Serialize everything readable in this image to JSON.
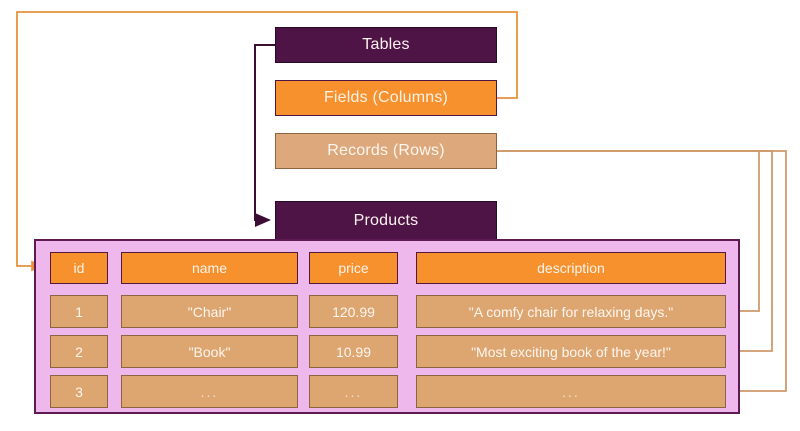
{
  "diagram": {
    "title_concepts": [
      {
        "id": "tables",
        "label": "Tables"
      },
      {
        "id": "fields",
        "label": "Fields (Columns)"
      },
      {
        "id": "records",
        "label": "Records (Rows)"
      }
    ],
    "table_name": "Products"
  },
  "colors": {
    "purple": "#4e1446",
    "orange": "#f6912e",
    "tan": "#dda87c",
    "cell_tan": "#dda570",
    "pink_panel": "#efb8ec",
    "panel_border": "#5d1a55",
    "wire_orange": "#e8913c",
    "wire_tan": "#cf9a6c",
    "wire_purple": "#3b0f35",
    "background": "#ffffff"
  },
  "table": {
    "columns": [
      "id",
      "name",
      "price",
      "description"
    ],
    "rows": [
      {
        "id": "1",
        "name": "\"Chair\"",
        "price": "120.99",
        "description": "\"A comfy chair for relaxing days.\""
      },
      {
        "id": "2",
        "name": "\"Book\"",
        "price": "10.99",
        "description": "\"Most exciting book of the year!\""
      },
      {
        "id": "3",
        "name": "...",
        "price": "...",
        "description": "..."
      }
    ]
  },
  "connectors": [
    {
      "name": "fields-to-column-headers",
      "from": "Fields (Columns)",
      "to": "id column header",
      "color": "#e8913c"
    },
    {
      "name": "tables-to-products",
      "from": "Tables",
      "to": "Products",
      "color": "#3b0f35"
    },
    {
      "name": "records-to-row-1",
      "from": "Records (Rows)",
      "to": "row 1",
      "color": "#cf9a6c"
    },
    {
      "name": "records-to-row-2",
      "from": "Records (Rows)",
      "to": "row 2",
      "color": "#cf9a6c"
    },
    {
      "name": "records-to-row-3",
      "from": "Records (Rows)",
      "to": "row 3",
      "color": "#cf9a6c"
    }
  ]
}
